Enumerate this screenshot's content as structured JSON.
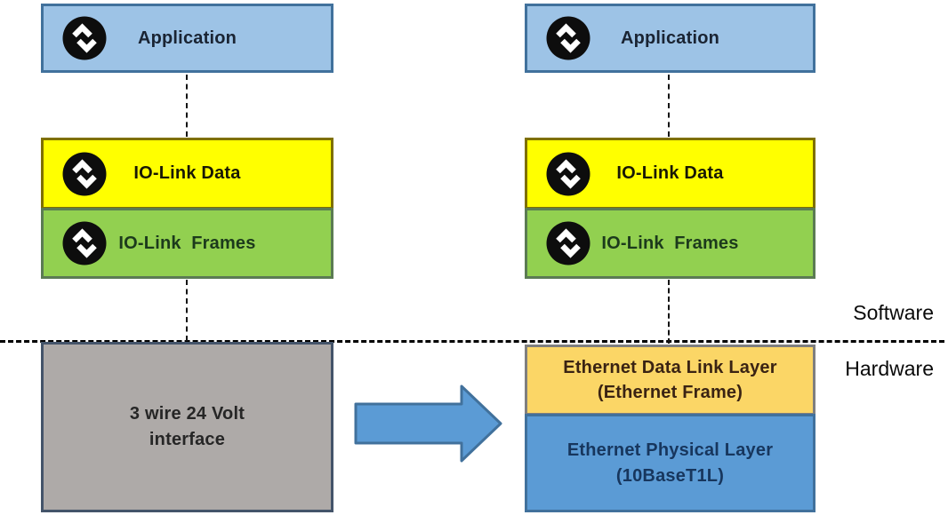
{
  "divider": {
    "software_label": "Software",
    "hardware_label": "Hardware"
  },
  "left_stack": {
    "application_label": "Application",
    "io_link_data_label": "IO-Link Data",
    "io_link_frames_label": "IO-Link  Frames",
    "hardware_box": {
      "line1": "3 wire 24 Volt",
      "line2": "interface"
    }
  },
  "right_stack": {
    "application_label": "Application",
    "io_link_data_label": "IO-Link Data",
    "io_link_frames_label": "IO-Link  Frames",
    "ethernet_data_link_box": {
      "line1": "Ethernet Data Link Layer",
      "line2": "(Ethernet Frame)"
    },
    "ethernet_physical_box": {
      "line1": "Ethernet Physical Layer",
      "line2": "(10BaseT1L)"
    }
  },
  "icons": {
    "exchange_icon": "io-link-data-exchange-icon"
  },
  "colors": {
    "app_fill": "#9DC3E6",
    "app_border": "#41719C",
    "yellow_fill": "#FFFF00",
    "yellow_border": "#7F7000",
    "green_fill": "#92D050",
    "green_border": "#5B7B53",
    "gray_fill": "#AEAAA8",
    "gray_border": "#44546A",
    "orange_fill": "#FBD666",
    "orange_border": "#7F7F7F",
    "blue_fill": "#5B9BD5",
    "blue_border": "#41719C",
    "arrow_fill": "#5B9BD5",
    "arrow_border": "#41719C",
    "frames_text": "#1C3A1C",
    "orange_text": "#3A2313",
    "navy_text": "#17365D",
    "line_color": "#000000"
  }
}
